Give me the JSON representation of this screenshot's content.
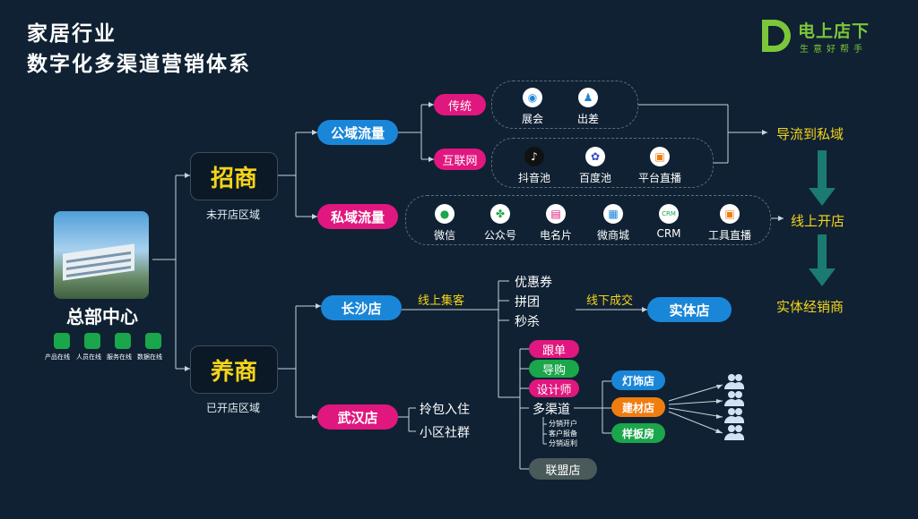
{
  "title": {
    "line1": "家居行业",
    "line2": "数字化多渠道营销体系"
  },
  "logo": {
    "name": "电上店下",
    "slogan": "生意好帮手"
  },
  "hq": {
    "label": "总部中心",
    "icons": [
      {
        "label": "产品在线",
        "icon": "product-icon"
      },
      {
        "label": "人员在线",
        "icon": "people-icon"
      },
      {
        "label": "服务在线",
        "icon": "service-icon"
      },
      {
        "label": "数据在线",
        "icon": "data-icon"
      }
    ]
  },
  "zhaoshang": {
    "label": "招商",
    "sub": "未开店区域"
  },
  "yangshang": {
    "label": "养商",
    "sub": "已开店区域"
  },
  "public_traffic": {
    "label": "公域流量",
    "traditional": {
      "label": "传统",
      "items": [
        {
          "label": "展会",
          "icon": "expo-icon"
        },
        {
          "label": "出差",
          "icon": "travel-icon"
        }
      ]
    },
    "internet": {
      "label": "互联网",
      "items": [
        {
          "label": "抖音池",
          "icon": "douyin-icon"
        },
        {
          "label": "百度池",
          "icon": "baidu-icon"
        },
        {
          "label": "平台直播",
          "icon": "live-icon"
        }
      ]
    }
  },
  "private_traffic": {
    "label": "私域流量",
    "items": [
      {
        "label": "微信",
        "icon": "wechat-icon"
      },
      {
        "label": "公众号",
        "icon": "official-account-icon"
      },
      {
        "label": "电名片",
        "icon": "card-icon"
      },
      {
        "label": "微商城",
        "icon": "mall-icon"
      },
      {
        "label": "CRM",
        "icon": "crm-icon"
      },
      {
        "label": "工具直播",
        "icon": "tool-live-icon"
      }
    ]
  },
  "right_flow": [
    "导流到私域",
    "线上开店",
    "实体经销商"
  ],
  "changsha": {
    "label": "长沙店",
    "online": "线上集客",
    "promos": [
      "优惠券",
      "拼团",
      "秒杀"
    ],
    "offline": "线下成交",
    "store": "实体店"
  },
  "wuhan": {
    "label": "武汉店",
    "items": [
      "拎包入住",
      "小区社群"
    ]
  },
  "channels": {
    "items": [
      "跟单",
      "导购",
      "设计师"
    ],
    "multi": "多渠道",
    "multi_sub": [
      "分销开户",
      "客户报备",
      "分销返利"
    ],
    "stores": [
      "灯饰店",
      "建材店",
      "样板房"
    ],
    "alliance": "联盟店"
  },
  "colors": {
    "background": "#0f2133",
    "blue": "#1a86d8",
    "pink": "#e0177e",
    "green": "#1aa64a",
    "orange": "#f07d10",
    "yellow": "#f5d418"
  }
}
